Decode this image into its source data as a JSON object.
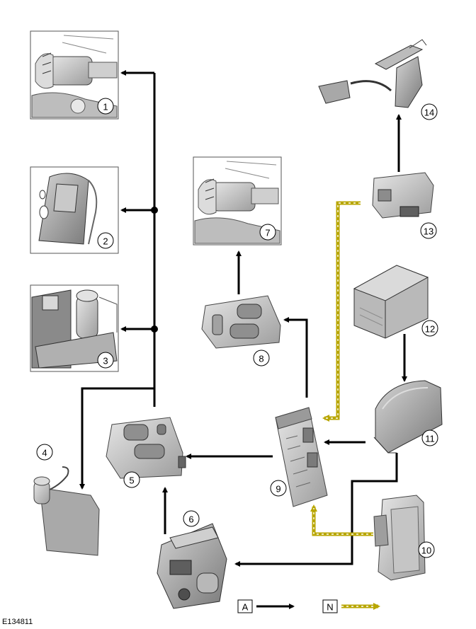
{
  "diagram": {
    "reference": "E134811",
    "callouts": {
      "c1": "1",
      "c2": "2",
      "c3": "3",
      "c4": "4",
      "c5": "5",
      "c6": "6",
      "c7": "7",
      "c8": "8",
      "c9": "9",
      "c10": "10",
      "c11": "11",
      "c12": "12",
      "c13": "13",
      "c14": "14"
    },
    "legend": {
      "a_label": "A",
      "n_label": "N",
      "a_color": "#000000",
      "n_color": "#b8a600"
    }
  }
}
